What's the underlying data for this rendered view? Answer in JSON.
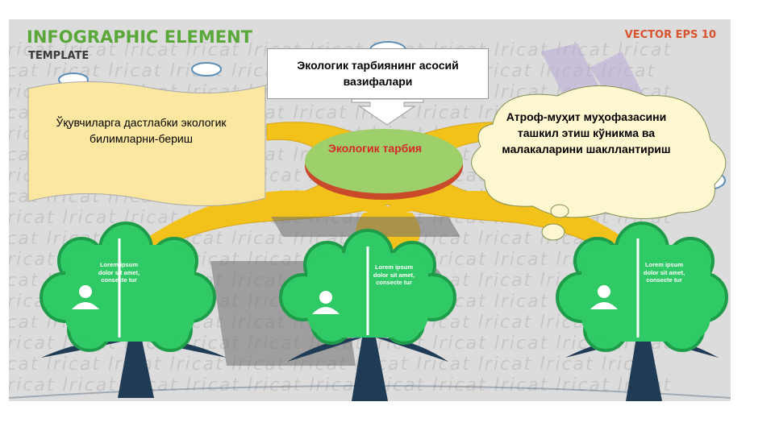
{
  "header": {
    "title": "INFOGRAPHIC ELEMENT",
    "subtitle": "TEMPLATE",
    "vector": "VECTOR EPS 10"
  },
  "watermark": {
    "text": "lricat lricat lricat lricat lricat lricat lricat lricat lricat lricat lricat"
  },
  "callout": {
    "text": "Экологик тарбиянинг асосий вазифалари"
  },
  "wave_card": {
    "text": "Ўқувчиларга дастлабки экологик билимларни-бериш"
  },
  "center": {
    "text": "Экологик тарбия"
  },
  "thought_cloud": {
    "text": "Атроф-муҳит муҳофазасини ташкил этиш кўникма ва малакаларини шакллантириш"
  },
  "trees": [
    {
      "lorem": "Lorem ipsum dolor sit amet, consecte tur"
    },
    {
      "lorem": "Lorem ipsum dolor sit amet, consecte tur"
    },
    {
      "lorem": "Lorem ipsum dolor sit amet, consecte tur"
    }
  ],
  "colors": {
    "tree_green": "#2fc965",
    "tree_dark": "#1e9c4a",
    "trunk": "#1f3b55",
    "yellow": "#f2c21b",
    "center_green": "#9dcf6b",
    "wave_card": "#fce7a0",
    "header_green": "#5aa83a",
    "header_orange": "#d9532f"
  }
}
